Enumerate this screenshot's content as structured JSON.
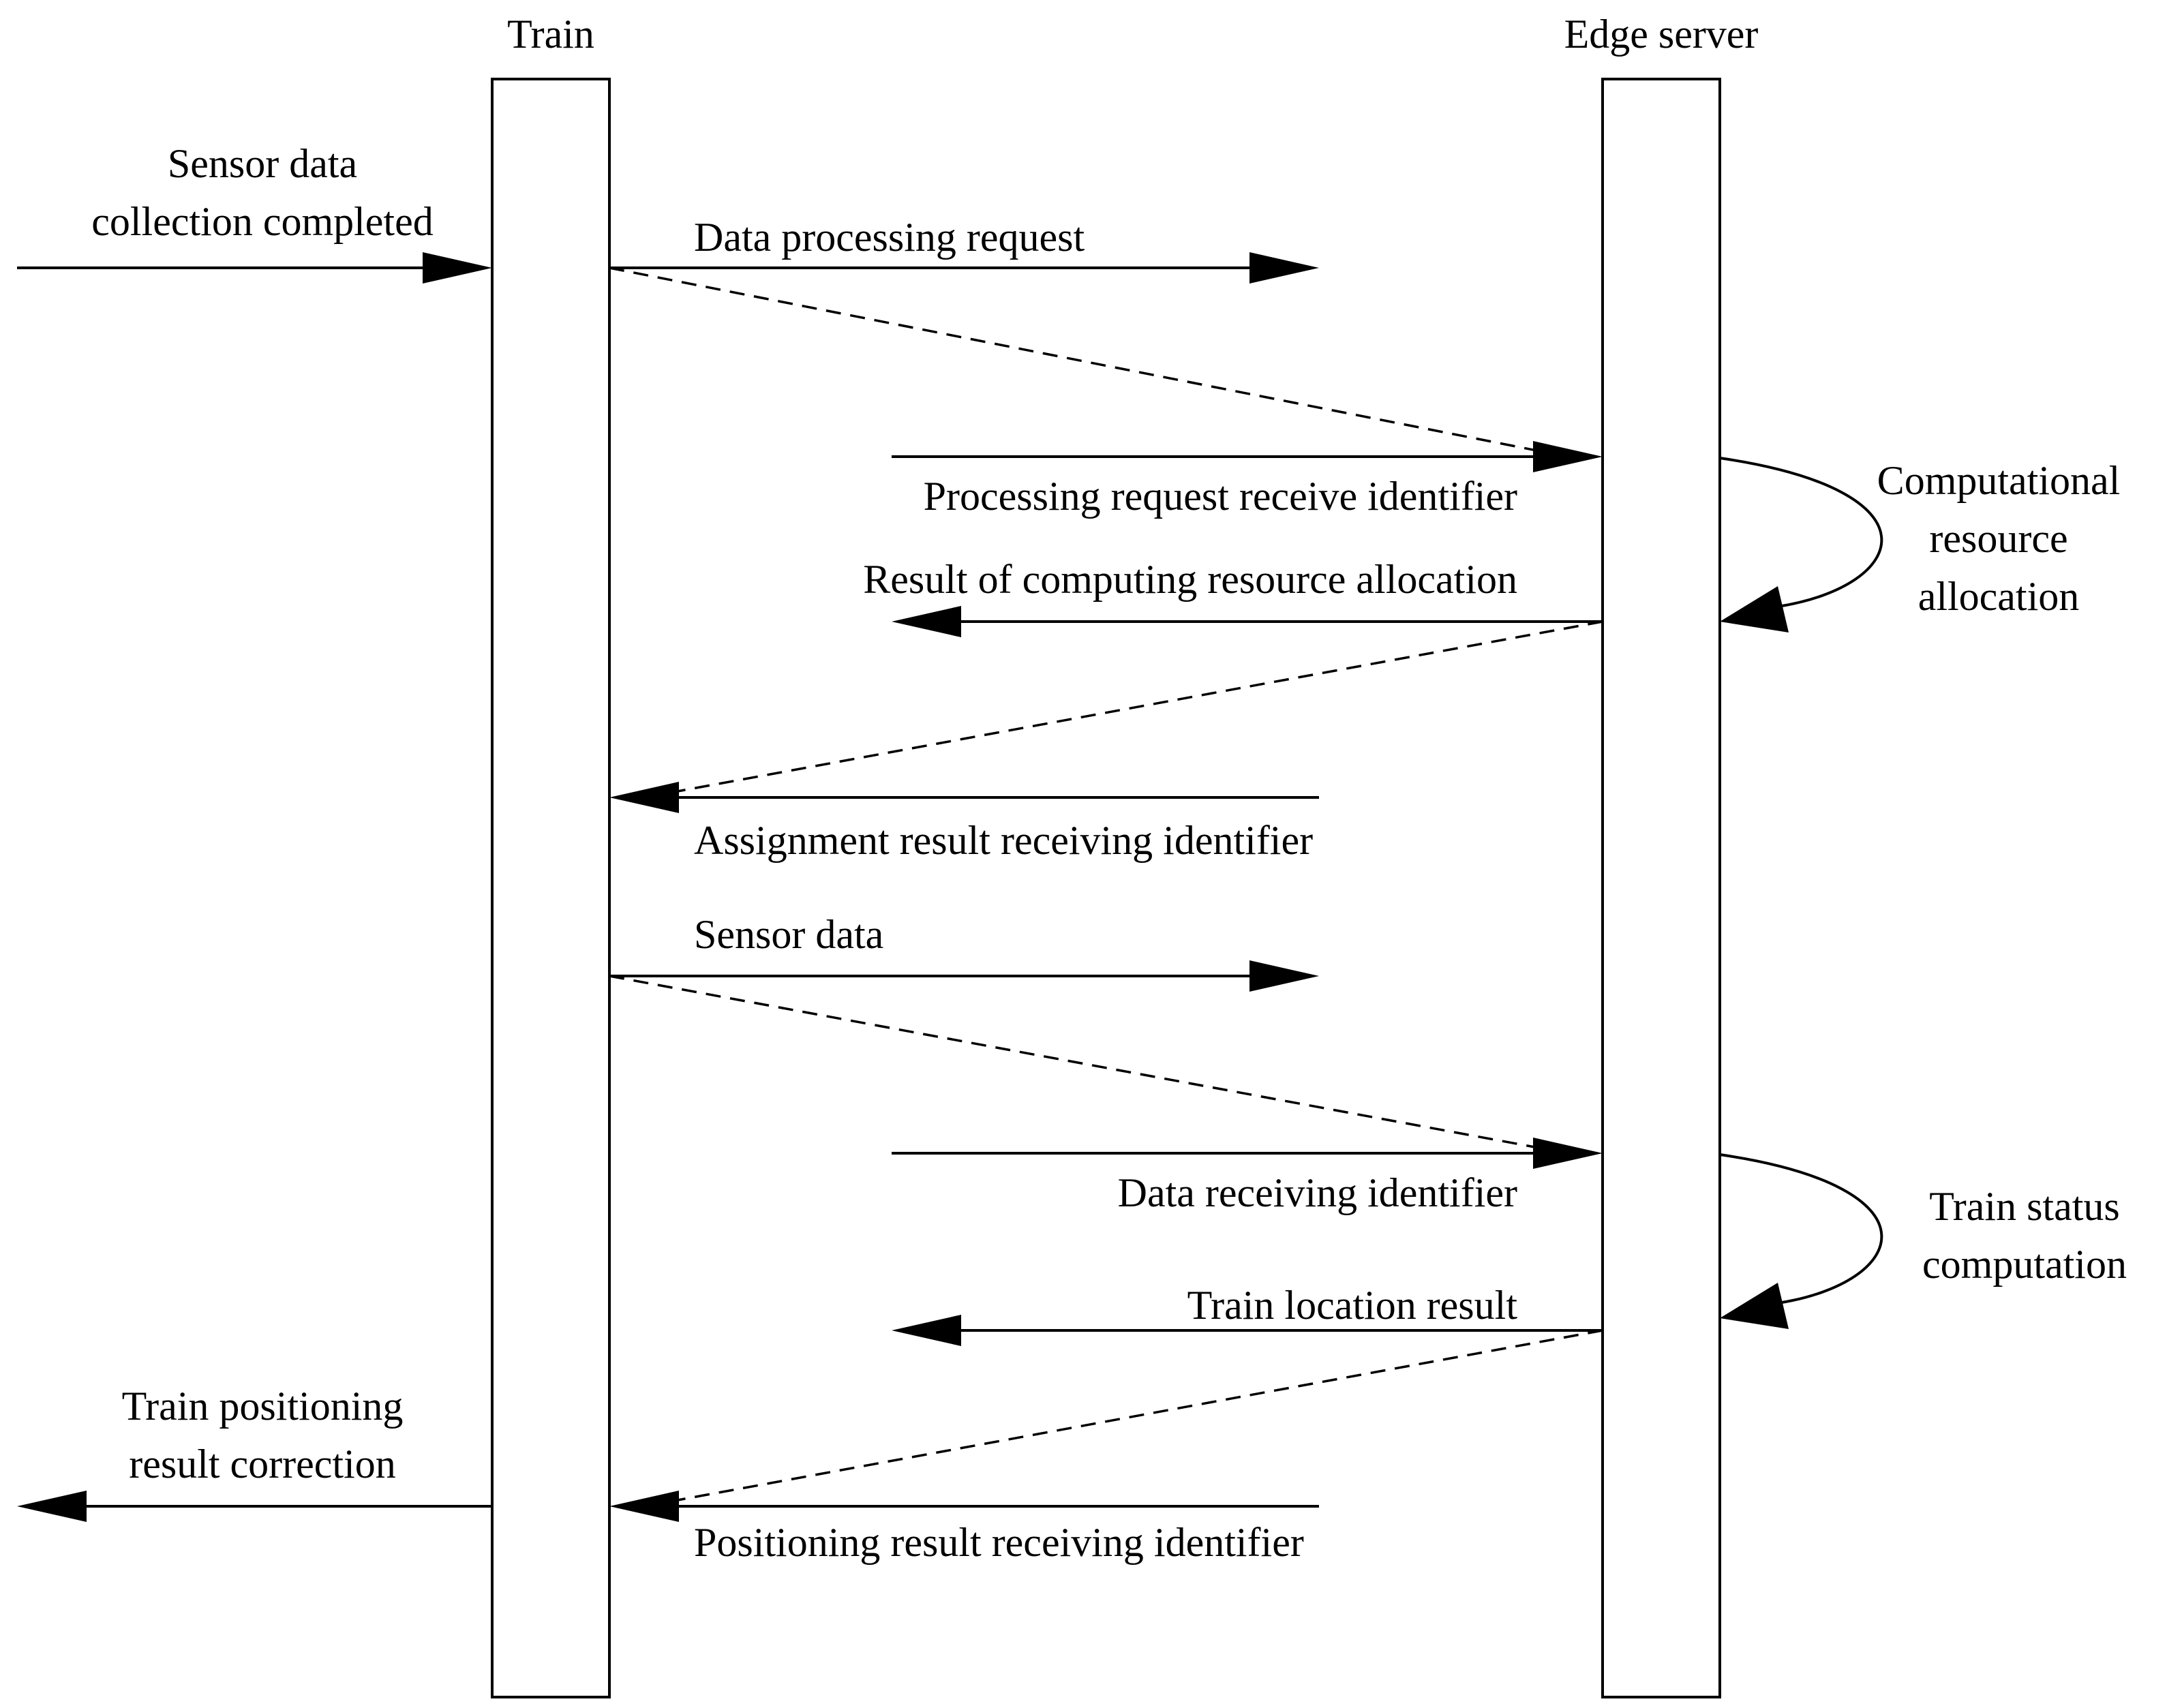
{
  "participants": {
    "train": "Train",
    "edge_server": "Edge server"
  },
  "external": {
    "input_line1": "Sensor data",
    "input_line2": "collection completed",
    "output_line1": "Train positioning",
    "output_line2": "result correction"
  },
  "messages": {
    "data_processing_request": "Data processing request",
    "processing_request_receive_identifier": "Processing request receive identifier",
    "result_of_computing_resource_allocation": "Result of computing resource allocation",
    "assignment_result_receiving_identifier": "Assignment result receiving identifier",
    "sensor_data": "Sensor data",
    "data_receiving_identifier": "Data receiving identifier",
    "train_location_result": "Train location result",
    "positioning_result_receiving_identifier": "Positioning result receiving identifier"
  },
  "self_actions": {
    "allocation_line1": "Computational",
    "allocation_line2": "resource",
    "allocation_line3": "allocation",
    "status_line1": "Train status",
    "status_line2": "computation"
  }
}
